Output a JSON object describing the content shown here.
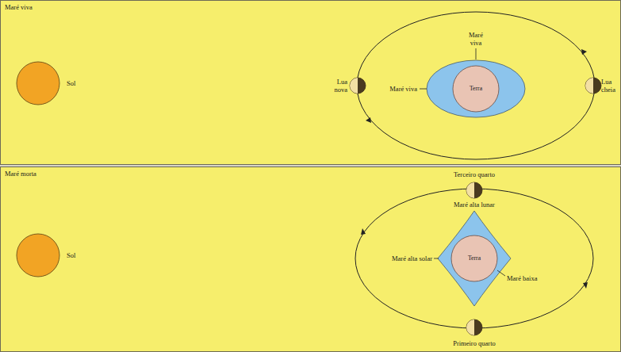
{
  "diagram": {
    "nodes": [
      {
        "text": [
          "Maré viva"
        ]
      },
      {
        "text": [
          "Sol"
        ],
        "in": 0
      },
      {
        "text": [
          "Terra"
        ],
        "in": 0
      },
      {
        "text": [
          "Maré morta"
        ]
      },
      {
        "text": [
          "Sol"
        ],
        "in": 3
      },
      {
        "text": [
          "Terra"
        ],
        "in": 3
      }
    ],
    "labels": [
      "Maré viva",
      "Lua nova",
      "Maré viva",
      "Lua cheia",
      "Terceiro quarto",
      "Maré alta lunar",
      "Maré alta solar",
      "Maré baixa",
      "Primeiro quarto"
    ]
  }
}
